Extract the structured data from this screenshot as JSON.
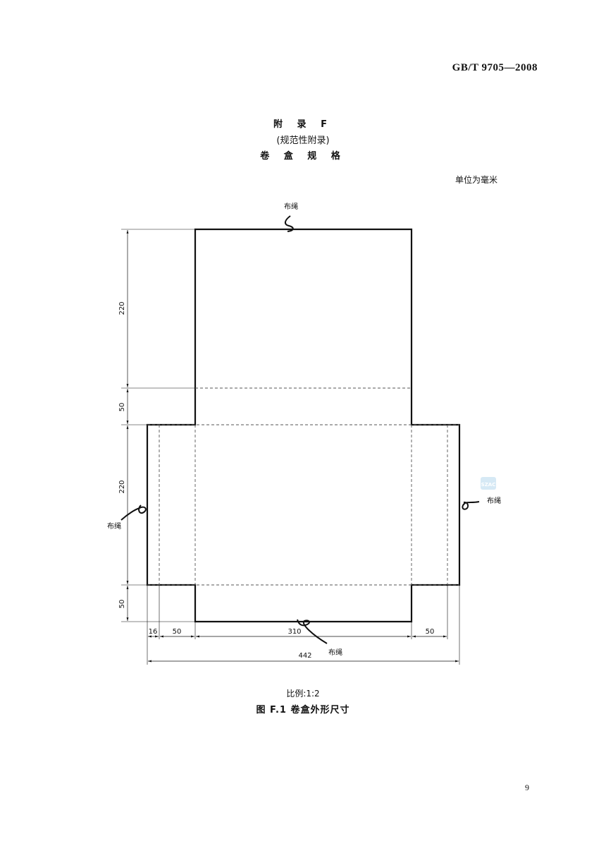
{
  "header": {
    "standard_code": "GB/T 9705—2008"
  },
  "appendix": {
    "title": "附 录 F",
    "type": "(规范性附录)",
    "subject": "卷 盒 规 格"
  },
  "unit_note": "单位为毫米",
  "drawing": {
    "rope_label": "布绳",
    "dimensions": {
      "lid_height": "220",
      "spine_height": "50",
      "back_height": "220",
      "bottom_flap_height": "50",
      "edge_fold_width": "16",
      "side_flap_width_left": "50",
      "center_width": "310",
      "side_flap_width_right": "50",
      "total_width": "442"
    }
  },
  "scale": "比例:1:2",
  "figure_caption": "图 F.1  卷盒外形尺寸",
  "page_number": "9"
}
